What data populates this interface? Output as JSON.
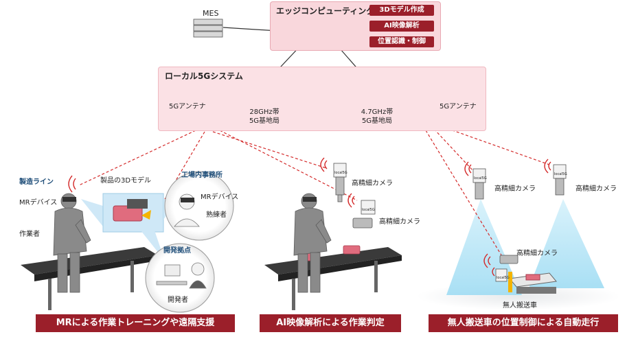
{
  "mes_label": "MES",
  "edge": {
    "title": "エッジコンピューティング",
    "functions": [
      "3Dモデル作成",
      "AI映像解析",
      "位置認識・制御"
    ]
  },
  "local5g": {
    "title": "ローカル5Gシステム",
    "antenna_left": "5Gアンテナ",
    "antenna_right": "5Gアンテナ",
    "base_left": [
      "28GHz帯",
      "5G基地局"
    ],
    "base_right": [
      "4.7GHz帯",
      "5G基地局"
    ]
  },
  "scene1": {
    "line_label": "製造ライン",
    "mr_device": "MRデバイス",
    "worker": "作業者",
    "model_label": "製品の3Dモデル",
    "office_title": "工場内事務所",
    "office_device": "MRデバイス",
    "expert": "熟練者",
    "dev_title": "開発拠点",
    "developer": "開発者",
    "banner": "MRによる作業トレーニングや遠隔支援"
  },
  "scene2": {
    "camera1": "高精細カメラ",
    "camera2": "高精細カメラ",
    "camera_tag": "local5G",
    "banner": "AI映像解析による作業判定"
  },
  "scene3": {
    "camera1": "高精細カメラ",
    "camera2": "高精細カメラ",
    "camera3": "高精細カメラ",
    "agv": "無人搬送車",
    "camera_tag": "local5G",
    "banner": "無人搬送車の位置制御による自動走行"
  },
  "colors": {
    "accent": "#9b1f2a",
    "edge_fill": "#f9d7dc",
    "lg5_fill": "#fbe1e5",
    "dashed_link": "#d42a2a",
    "conveyor": "#3a3a3a",
    "light_cone": "#bfe6f7"
  }
}
